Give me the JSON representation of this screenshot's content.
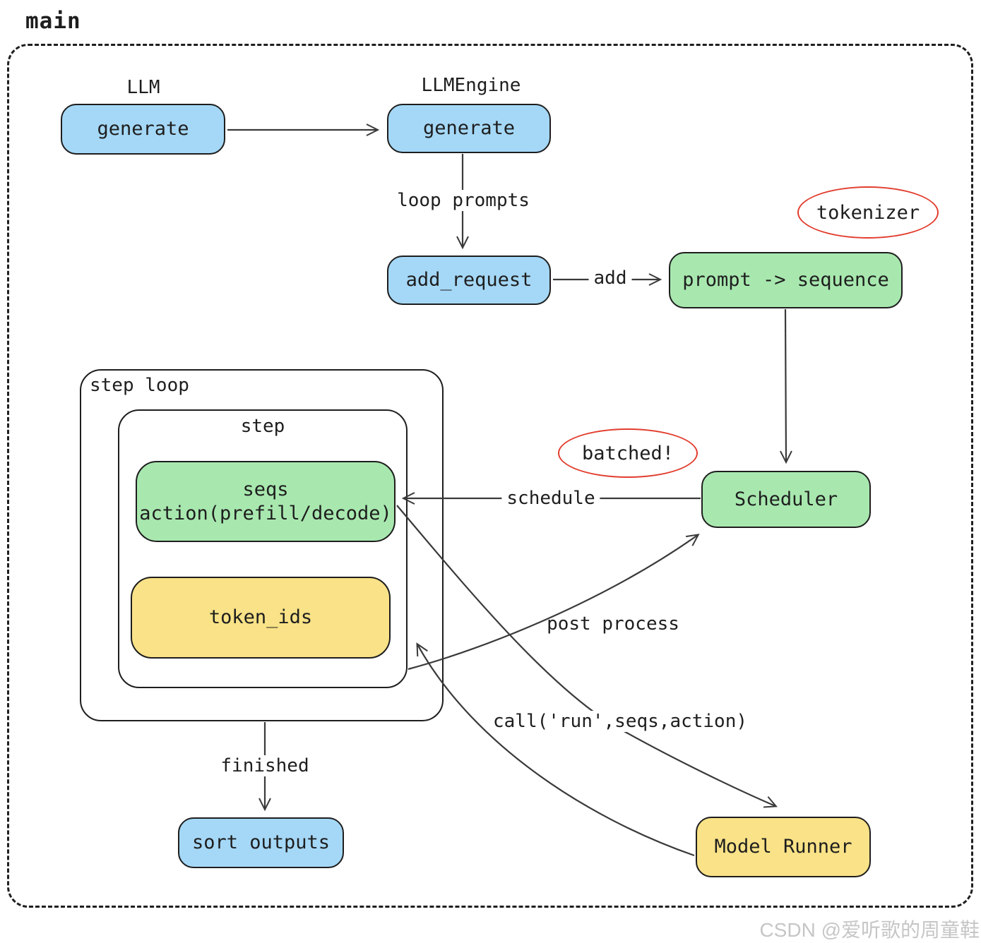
{
  "title": "main",
  "colors": {
    "blue": "#a5d8f7",
    "green": "#a8e8af",
    "yellow": "#f9e287",
    "red": "#e23d2e",
    "stroke": "#1e1e1e",
    "watermark": "#c6c6c6"
  },
  "nodes": {
    "llm_label": "LLM",
    "llm_generate": "generate",
    "llmengine_label": "LLMEngine",
    "engine_generate": "generate",
    "add_request": "add_request",
    "prompt_sequence": "prompt -> sequence",
    "scheduler": "Scheduler",
    "seqs_line1": "seqs",
    "seqs_line2": "action(prefill/decode)",
    "token_ids": "token_ids",
    "model_runner": "Model Runner",
    "sort_outputs": "sort outputs"
  },
  "annotations": {
    "tokenizer": "tokenizer",
    "batched": "batched!"
  },
  "containers": {
    "step_loop": "step loop",
    "step": "step"
  },
  "edges": {
    "loop_prompts": "loop prompts",
    "add": "add",
    "schedule": "schedule",
    "post_process": "post process",
    "call_run": "call('run',seqs,action)",
    "finished": "finished"
  },
  "watermark": "CSDN @爱听歌的周童鞋"
}
